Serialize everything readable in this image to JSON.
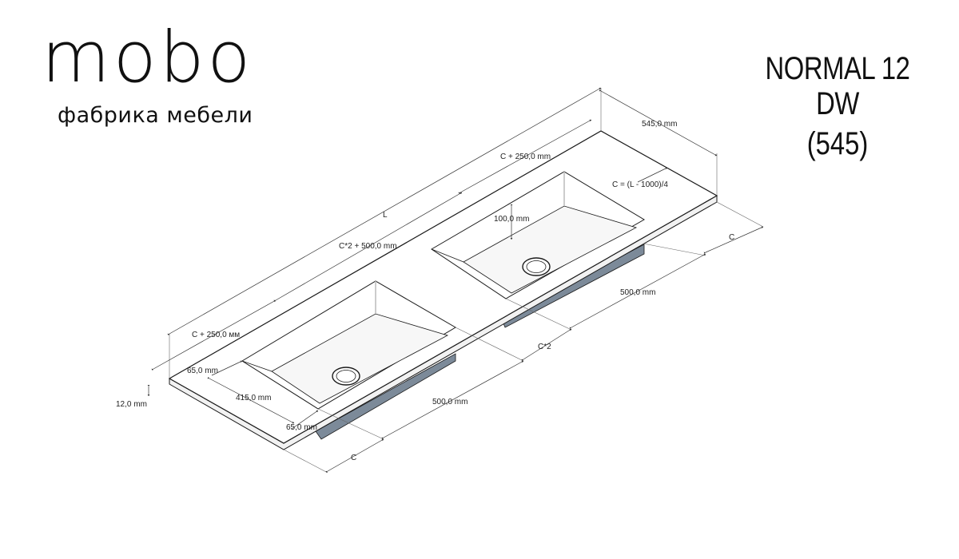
{
  "brand": {
    "logo": "mobo",
    "tagline": "фабрика мебели"
  },
  "product": {
    "name": "NORMAL 12 DW",
    "code": "(545)"
  },
  "dimensions": {
    "depth": "545,0 mm",
    "offset_right": "C + 250,0 mm",
    "formula_c": "C = (L - 1000)/4",
    "length": "L",
    "bowl_depth": "100,0 mm",
    "center_spacing": "C*2 + 500,0 mm",
    "c_right": "C",
    "bowl_len_right": "500,0 mm",
    "c2": "C*2",
    "offset_left": "C + 250,0 мм",
    "margin_back": "65,0 mm",
    "thickness": "12,0 mm",
    "bowl_width": "415,0 mm",
    "bowl_len_left": "500,0 mm",
    "margin_front": "65,0 mm",
    "c_left": "C"
  },
  "colors": {
    "outline": "#1a1a1a",
    "top_surface": "#ffffff",
    "bowl_bottom": "#7c8a99"
  }
}
